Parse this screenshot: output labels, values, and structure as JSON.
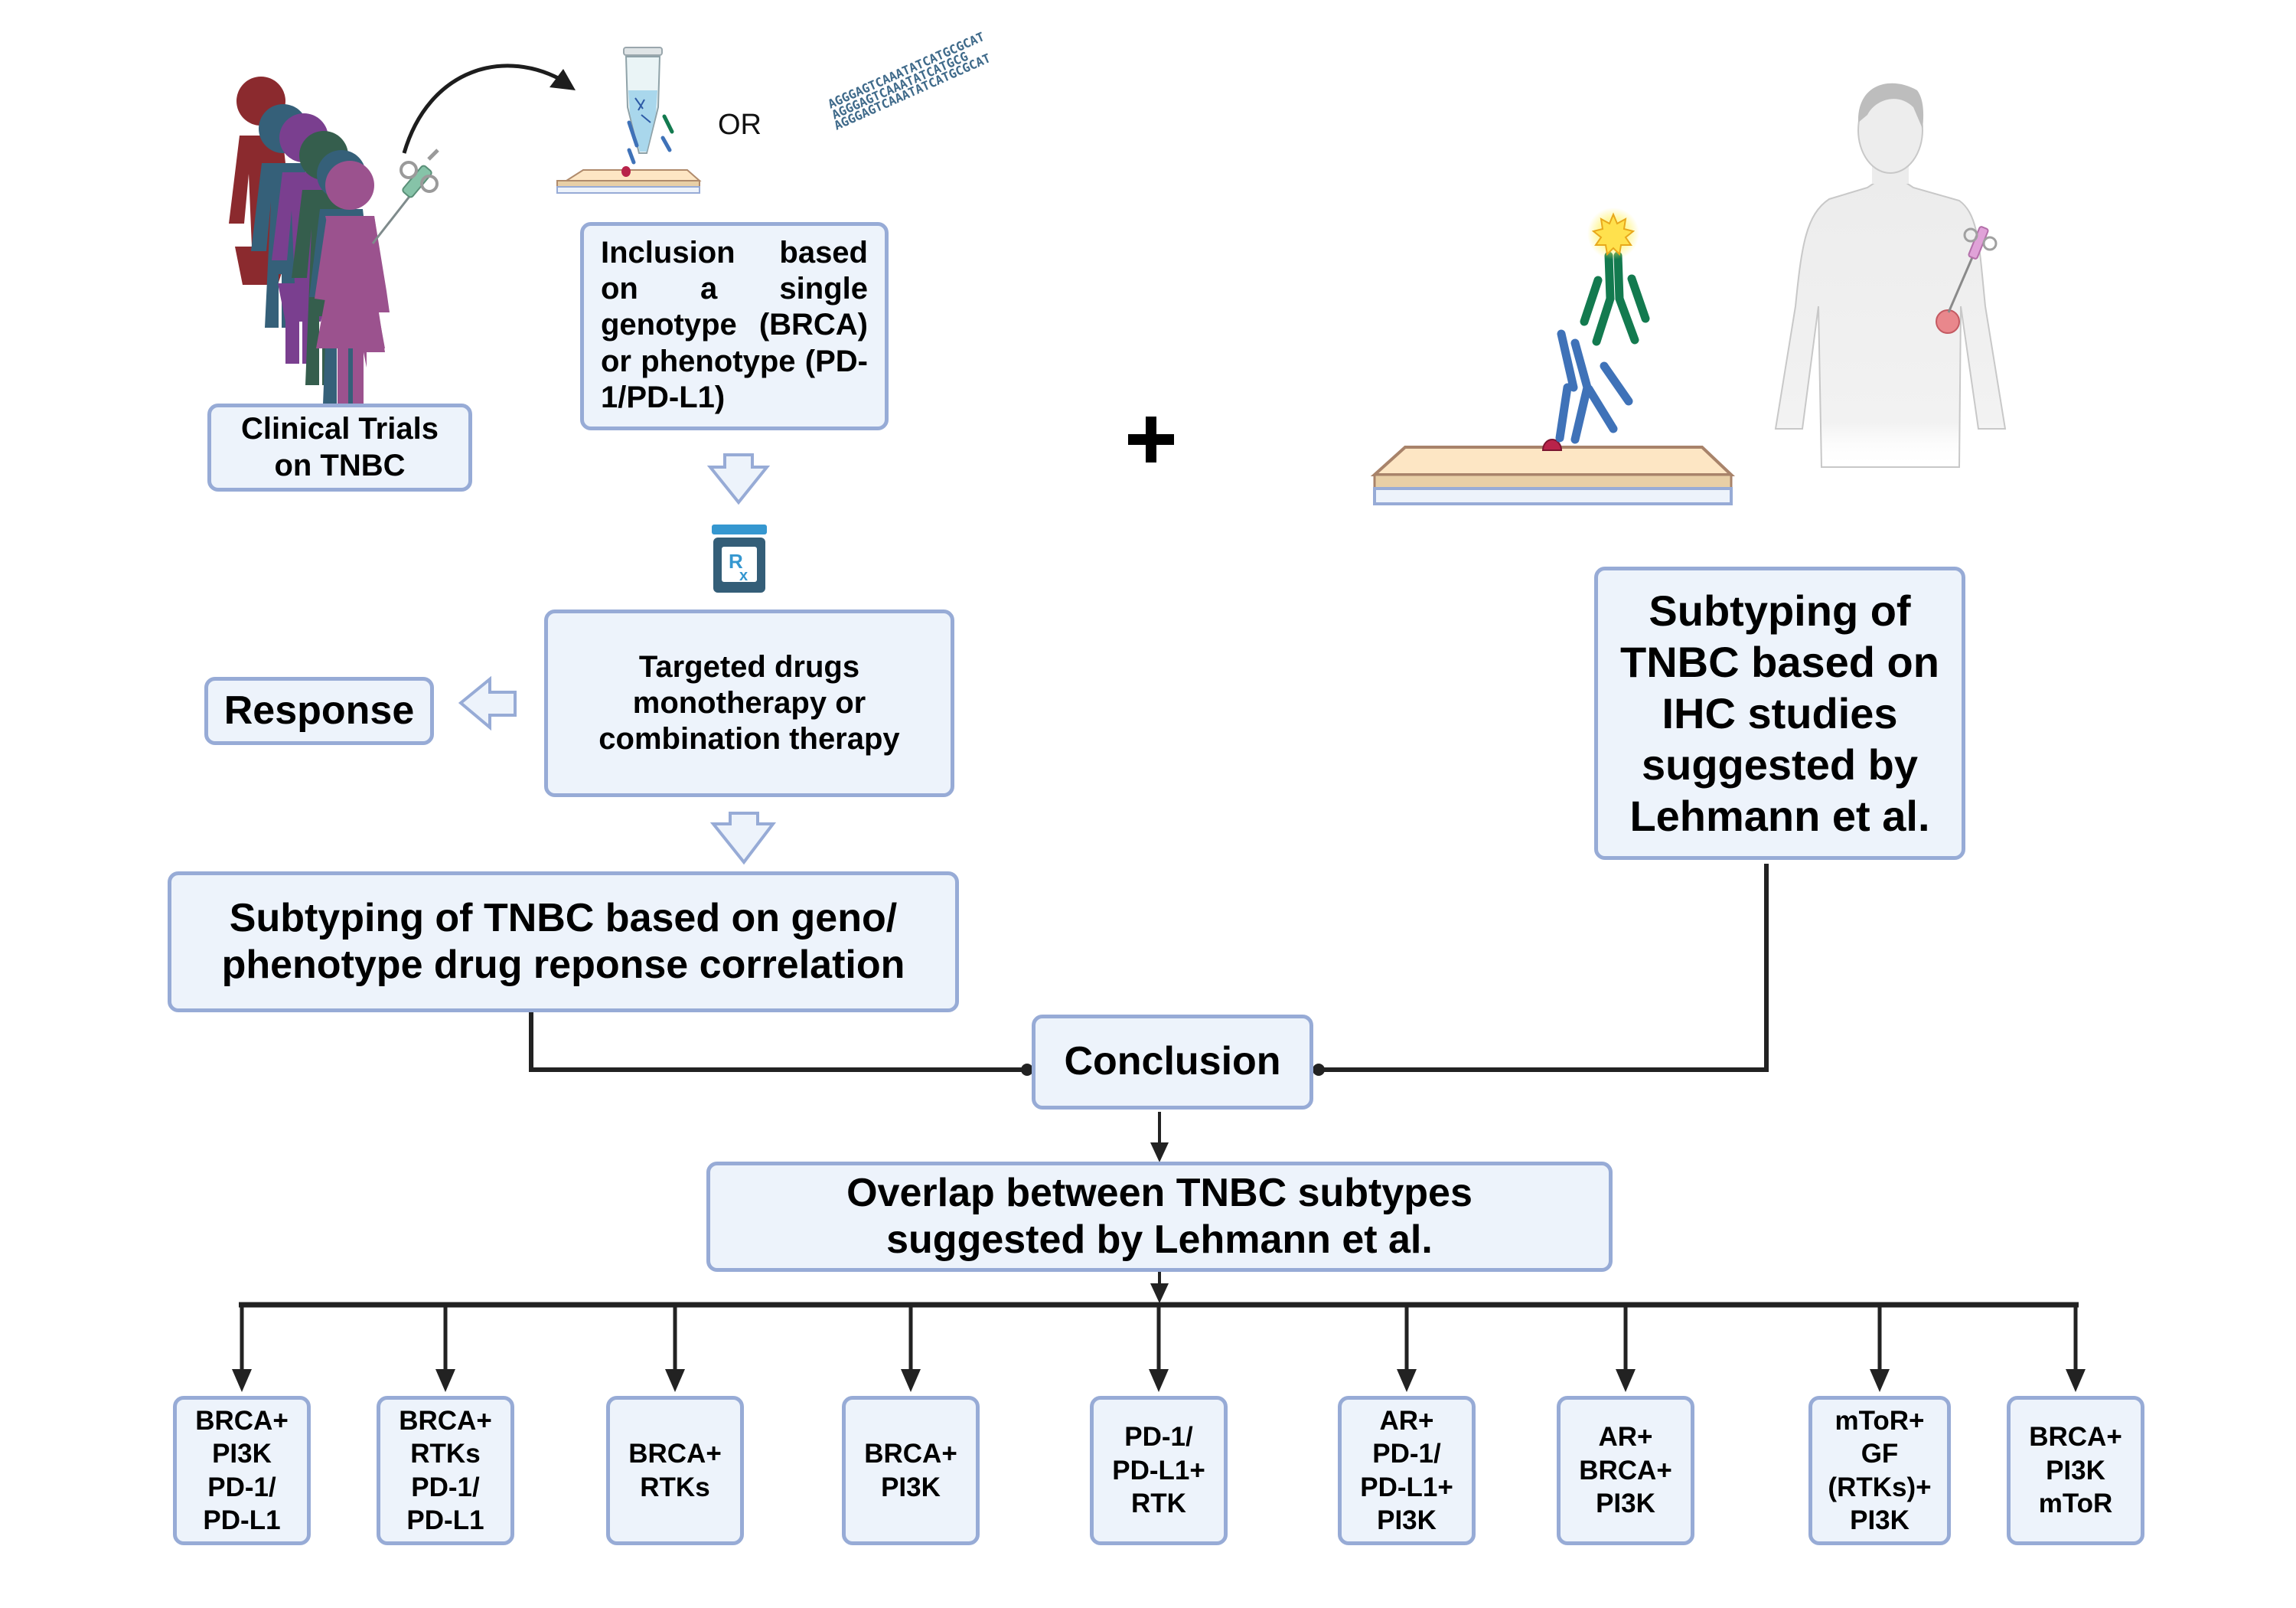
{
  "diagram": {
    "top_left": {
      "clinical_trials_label": "Clinical Trials\non TNBC",
      "or_label": "OR",
      "dna_sequence_lines": [
        "AGGGAGTCAAATATCATGCGCAT",
        "AGGGAGTCAAATATCATGCG",
        "AGGGAGTCAAATATCATGCGCAT"
      ],
      "inclusion_label": "Inclusion based on a single genotype (BRCA) or phenotype (PD-1/PD-L1)",
      "rx_symbol": "R",
      "rx_subscript": "x",
      "targeted_drugs_label": "Targeted drugs\nmonotherapy or\ncombination therapy",
      "response_label": "Response",
      "subtyping_geno_label": "Subtyping of TNBC based on geno/\nphenotype drug reponse correlation"
    },
    "plus_sign": "+",
    "right": {
      "ihc_label": "Subtyping of\nTNBC based on\nIHC studies\nsuggested by\nLehmann et al."
    },
    "conclusion_label": "Conclusion",
    "overlap_label": "Overlap between TNBC subtypes\nsuggested by Lehmann et al.",
    "subtypes": [
      {
        "label": "BRCA+\nPI3K\nPD-1/\nPD-L1"
      },
      {
        "label": "BRCA+\nRTKs\nPD-1/\nPD-L1"
      },
      {
        "label": "BRCA+\nRTKs"
      },
      {
        "label": "BRCA+\nPI3K"
      },
      {
        "label": "PD-1/\nPD-L1+\nRTK"
      },
      {
        "label": "AR+\nPD-1/\nPD-L1+\nPI3K"
      },
      {
        "label": "AR+\nBRCA+\nPI3K"
      },
      {
        "label": "mToR+\nGF\n(RTKs)+\nPI3K"
      },
      {
        "label": "BRCA+\nPI3K\nmToR"
      }
    ],
    "colors": {
      "box_fill": "#edf3fb",
      "box_border": "#97abd6",
      "connector": "#222222",
      "patients": [
        "#8b2a2e",
        "#356079",
        "#7a3f8f",
        "#355e4d",
        "#356079",
        "#9b528e"
      ],
      "antibody_primary": "#3f72b8",
      "antibody_secondary": "#137a4f",
      "fluorophore": "#ffe14d",
      "antigen": "#b8234a",
      "slide_tissue": "#fde6c4",
      "slide_glass": "#edf3fb",
      "rx_cap": "#3597d0",
      "rx_bottle": "#345e78"
    }
  }
}
